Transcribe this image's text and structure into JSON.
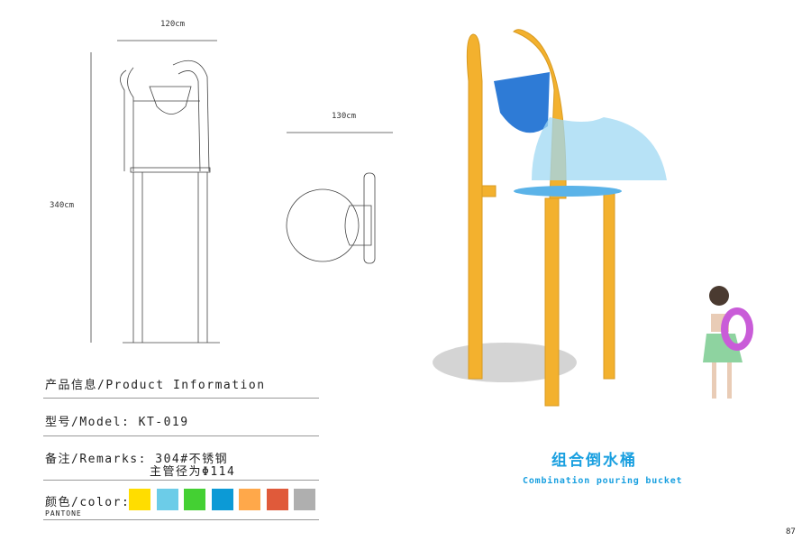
{
  "drawings": {
    "front_width": "120cm",
    "height": "340cm",
    "top_width": "130cm"
  },
  "info": {
    "heading": "产品信息/Product Information",
    "model": "型号/Model: KT-019",
    "remarks_line1": "备注/Remarks: 304#不锈钢",
    "remarks_line2": "主管径为Φ114",
    "color_label": "颜色/color:",
    "pantone": "PANTONE"
  },
  "colors": [
    "#FFDD00",
    "#6CCCE8",
    "#44D033",
    "#0C9AD6",
    "#FFA84A",
    "#E05A3A",
    "#AFAFAF"
  ],
  "product": {
    "title_cn": "组合倒水桶",
    "title_en": "Combination pouring bucket",
    "accent": "#1AA0E0"
  },
  "page_number": "87"
}
